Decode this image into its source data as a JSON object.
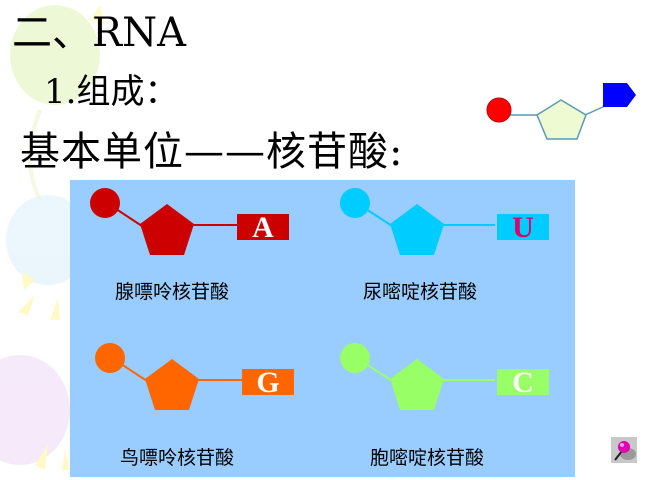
{
  "slide": {
    "title": "二、RNA",
    "subtitle": "1.组成：",
    "basic_unit": "基本单位——核苷酸:"
  },
  "legend_nucleotide": {
    "phosphate_color": "#ff0000",
    "sugar_color": "#eefad2",
    "base_color": "#0000ff"
  },
  "nucleotides": [
    {
      "name": "腺嘌呤核苷酸",
      "base": "A",
      "color": "#cc0000",
      "letter_color": "#ffffff"
    },
    {
      "name": "尿嘧啶核苷酸",
      "base": "U",
      "color": "#00ccff",
      "letter_color": "#e0006a"
    },
    {
      "name": "鸟嘌呤核苷酸",
      "base": "G",
      "color": "#ff6600",
      "letter_color": "#ffffff"
    },
    {
      "name": "胞嘧啶核苷酸",
      "base": "C",
      "color": "#99ff66",
      "letter_color": "#ffffff"
    }
  ],
  "panel_color": "#99ccff",
  "action_button": {
    "icon": "pushpin-icon"
  }
}
